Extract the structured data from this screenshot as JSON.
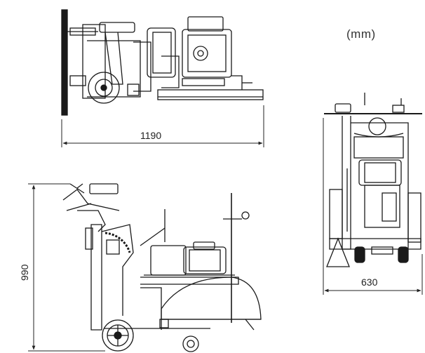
{
  "unit_label": "(mm)",
  "dimensions": {
    "length": "1190",
    "height": "990",
    "width": "630"
  },
  "colors": {
    "ink": "#1a1a1a",
    "background": "#ffffff"
  }
}
